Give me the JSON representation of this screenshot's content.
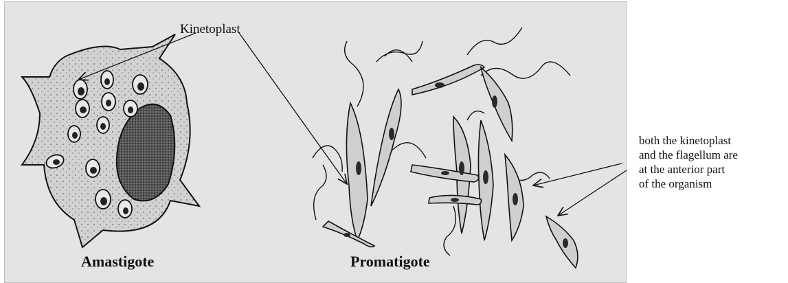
{
  "labels": {
    "kinetoplast": "Kinetoplast",
    "amastigote": "Amastigote",
    "promastigote": "Promatigote",
    "note_lines": [
      "both the kinetoplast",
      "and the flagellum are",
      "at the anterior part",
      "of the organism"
    ]
  },
  "colors": {
    "panel_background": "#e4e4e4",
    "cell_fill": "#d2d2d2",
    "ink": "#111111"
  }
}
